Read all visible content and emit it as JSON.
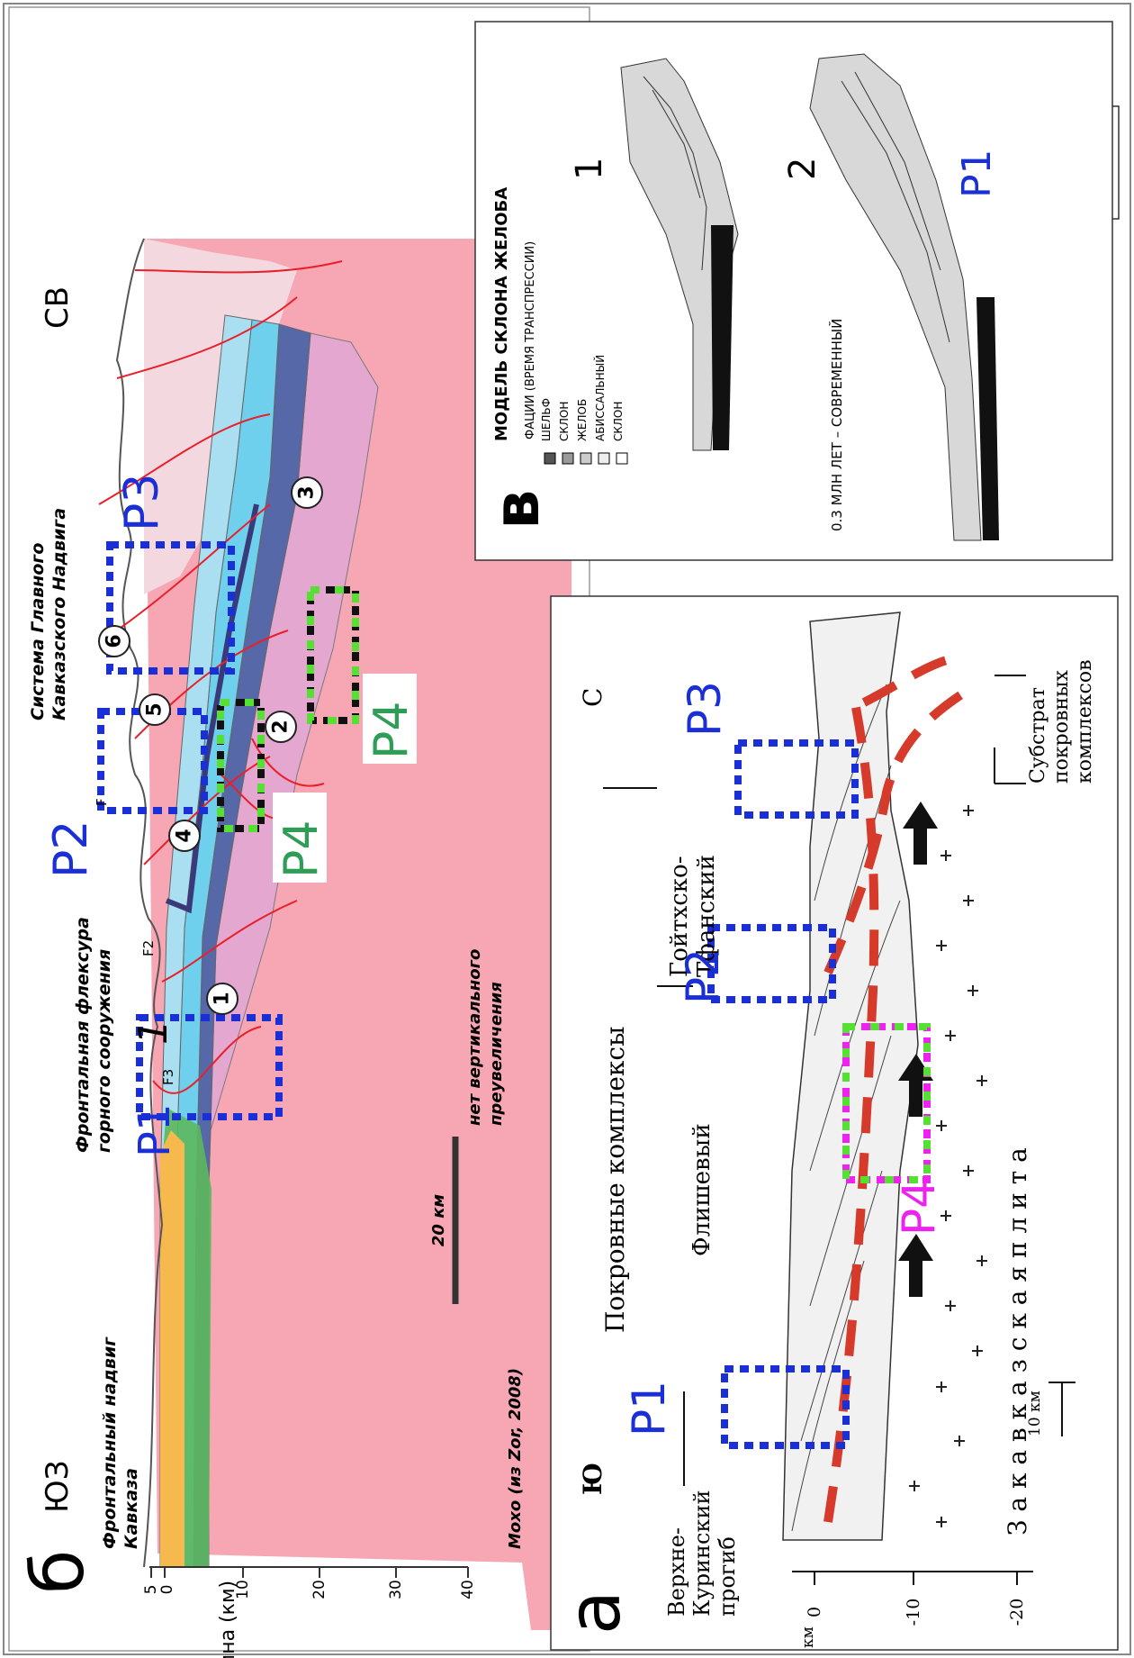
{
  "colors": {
    "p_blue": "#1a2fd6",
    "p4_green": "#2e9e57",
    "p4_magenta": "#ee22ee",
    "fault_red": "#e8202a",
    "mantle_pink": "#f7a6b3",
    "dark_blue_layer": "#5668a8",
    "light_blue_layer": "#6fd0ee",
    "green_layer": "#5cb85c",
    "orange_layer": "#f6b94d"
  },
  "panel_b": {
    "letter": "б",
    "dir_left": "ЮЗ",
    "dir_right": "СВ",
    "axis_label": "Глубина (км)",
    "ticks": [
      "5",
      "0",
      "10",
      "20",
      "30",
      "40"
    ],
    "label_front_thrust": [
      "Фронтальный надвиг",
      "Кавказа"
    ],
    "label_flexure": [
      "Фронтальная флексура",
      "горного сооружения"
    ],
    "label_main_thrust": [
      "Система Главного",
      "Кавказского Надвига"
    ],
    "scale_label": "20 км",
    "scale_note": [
      "нет вертикального",
      "преувеличения"
    ],
    "moho": "Мохо (из Zor, 2008)",
    "circles": [
      "1",
      "2",
      "3",
      "4",
      "5",
      "6"
    ],
    "faults": [
      "F2",
      "F3",
      "F"
    ],
    "p_labels": [
      "P1",
      "P2",
      "P3",
      "P4",
      "P4"
    ]
  },
  "legend_1": {
    "number": "1",
    "p_label": "P1"
  },
  "panel_v": {
    "letter": "в",
    "title": "МОДЕЛЬ СКЛОНА ЖЕЛОБА",
    "facies_title": "ФАЦИИ (ВРЕМЯ ТРАНСПРЕССИИ)",
    "facies": [
      "ШЕЛЬФ",
      "СКЛОН",
      "ЖЕЛОБ",
      "АБИССАЛЬНЫЙ",
      "СКЛОН"
    ],
    "model1_number": "1",
    "model2_number": "2",
    "model2_caption": "0.3 МЛН ЛЕТ – СОВРЕМЕННЫЙ"
  },
  "panel_a": {
    "letter": "а",
    "dir_left": "Ю",
    "dir_right": "С",
    "km": "км",
    "ticks": [
      "0",
      "-10",
      "-20"
    ],
    "label_trough": [
      "Верхне-",
      "Куринский",
      "прогиб"
    ],
    "label_nappes": "Покровные комплексы",
    "label_flysch": "Флишевый",
    "label_goytkh": [
      "Гойтхско-",
      "Тфанский"
    ],
    "label_plate": "З а к а в к а з с к а я     п л и т а",
    "label_substrate": [
      "Субстрат",
      "покровных",
      "комплексов"
    ],
    "scale": "10 км",
    "p_labels": [
      "P1",
      "P2",
      "P3",
      "P4"
    ]
  }
}
